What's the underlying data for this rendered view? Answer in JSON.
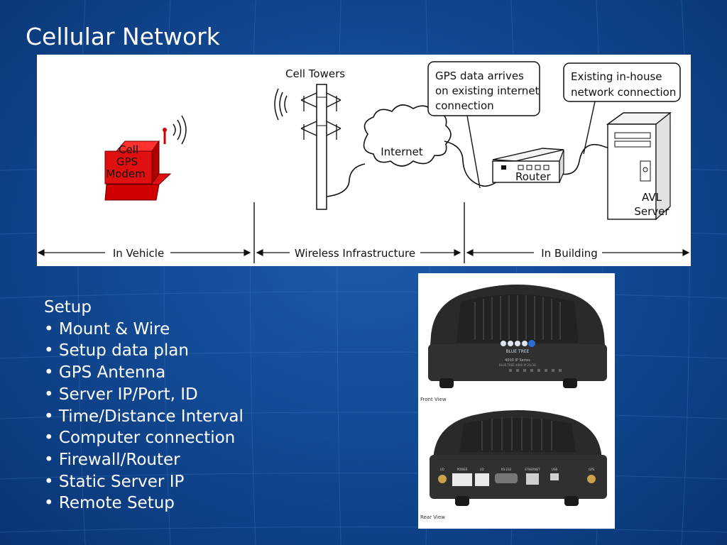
{
  "slide": {
    "title": "Cellular Network"
  },
  "diagram": {
    "cell_towers_label": "Cell Towers",
    "modem_label": [
      "Cell",
      "GPS",
      "Modem"
    ],
    "internet_label": "Internet",
    "callout_gps": [
      "GPS data arrives",
      "on existing internet",
      "connection"
    ],
    "callout_network": [
      "Existing in-house",
      "network connection"
    ],
    "router_label": "Router",
    "server_label": [
      "AVL",
      "Server"
    ],
    "sections": [
      "In Vehicle",
      "Wireless Infrastructure",
      "In Building"
    ]
  },
  "setup": {
    "heading": "Setup",
    "items": [
      "Mount & Wire",
      "Setup data plan",
      "GPS Antenna",
      "Server IP/Port, ID",
      "Time/Distance Interval",
      "Computer connection",
      "Firewall/Router",
      "Static Server IP",
      "Remote Setup"
    ]
  },
  "device_photo": {
    "front_caption": "Front View",
    "rear_caption": "Rear View",
    "front_small_text": [
      "BLUE TREE",
      "4000 IP Series",
      "BLUE TREE 4000 IP 2G/3G"
    ],
    "rear_port_labels": [
      "I/O",
      "POWER",
      "I/O",
      "RS-232",
      "ETHERNET",
      "USB",
      "GPS"
    ],
    "colors": {
      "casing": "#2a2a2a",
      "logo_blue": "#2a6fd6"
    }
  },
  "colors": {
    "background": "#124a94",
    "modem_red": "#e01010",
    "text": "#ffffff"
  }
}
